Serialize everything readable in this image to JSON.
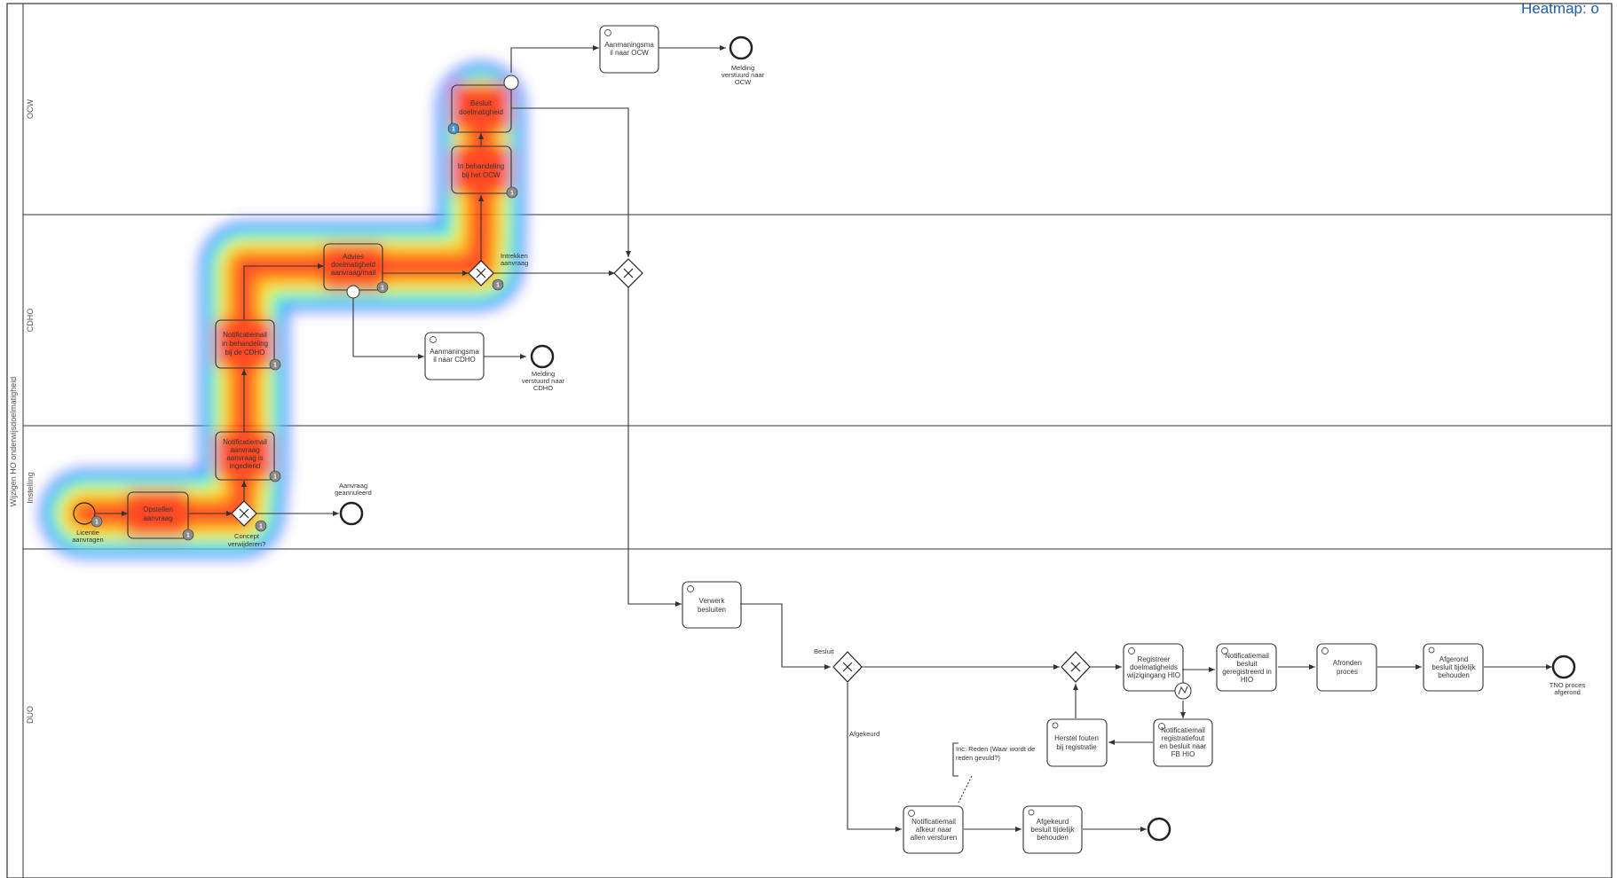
{
  "heatmap": {
    "title": "Heatmap: o"
  },
  "pool": {
    "label": "Wijzigen HO onderwijsdoelmatigheid"
  },
  "lanes": [
    "OCW",
    "CDHO",
    "Instelling",
    "DUO"
  ],
  "tasks": {
    "aanvraag_opstellen": [
      "Opstellen",
      "aanvraag"
    ],
    "notif_aanvraag_ingediend": [
      "Notificatiemail",
      "aanvraag",
      "aanvraag is",
      "ingediend"
    ],
    "notif_behandeling_cdho": [
      "Notificatiemail",
      "in behandeling",
      "bij de CDHO"
    ],
    "advies_doelmatigheid": [
      "Advies",
      "doelmatigheid",
      "aanvraag/mail"
    ],
    "in_behandeling_ocw": [
      "In behandeling",
      "bij het OCW"
    ],
    "besluit_doelmatigheid": [
      "Besluit",
      "doelmatigheid"
    ],
    "aanmaning_ocw": [
      "Aanmaningsma",
      "il naar OCW"
    ],
    "aanmaning_cdho": [
      "Aanmaningsma",
      "il naar CDHO"
    ],
    "verwerk_besluiten": [
      "Verwerk",
      "besluiten"
    ],
    "registreer_wijziging": [
      "Registreer",
      "doelmatigheids",
      "wijzigingang HIO"
    ],
    "notif_geregistreerd": [
      "Notificatiemail",
      "besluit",
      "geregistreerd in",
      "HIO"
    ],
    "afronden_proces": [
      "Afronden",
      "proces"
    ],
    "afgerond_besluit": [
      "Afgerond",
      "besluit tijdelijk",
      "behouden"
    ],
    "notif_registratiefout": [
      "Notificatiemail",
      "registratiefout",
      "en besluit naar",
      "FB HIO"
    ],
    "herstel_fouten": [
      "Herstel fouten",
      "bij registratie"
    ],
    "notif_afkeur": [
      "Notificatiemail",
      "afkeur naar",
      "allen versturen"
    ],
    "afgekeurd_besluit": [
      "Afgekeurd",
      "besluit tijdelijk",
      "behouden"
    ]
  },
  "events": {
    "licentie_aanvragen": [
      "Licentie",
      "aanvragen"
    ],
    "aanvraag_geannuleerd": [
      "Aanvraag",
      "geannuleerd"
    ],
    "melding_ocw": [
      "Melding",
      "verstuurd naar",
      "OCW"
    ],
    "melding_cdho": [
      "Melding",
      "verstuurd naar",
      "CDHO"
    ],
    "tno_afgerond": [
      "TNO proces",
      "afgerond"
    ]
  },
  "gateways": {
    "concept_verwijderen": [
      "Concept",
      "verwijderen?"
    ],
    "intrekken_aanvraag": [
      "Intrekken",
      "aanvraag"
    ]
  },
  "flow_labels": {
    "besluit": "Besluit",
    "afgekeurd": "Afgekeurd"
  },
  "annotation": [
    "Inc: Reden (Waar wordt de",
    "reden gevuld?)"
  ],
  "badges": {
    "aanvraag_opstellen": "1",
    "start": "1",
    "gateway_concept": "1",
    "notif_aanvraag_ingediend": "1",
    "notif_behandeling_cdho": "1",
    "advies_doelmatigheid": "1",
    "gateway_intrekken": "1",
    "in_behandeling_ocw": "1",
    "besluit_doelmatigheid": "1"
  },
  "colors": {
    "badge": "#8a8a8a",
    "badge_active": "#4a90c8",
    "heat_hot": "#ff2a00",
    "heat_cold": "#3a3aff",
    "title": "#1e5fa8"
  }
}
